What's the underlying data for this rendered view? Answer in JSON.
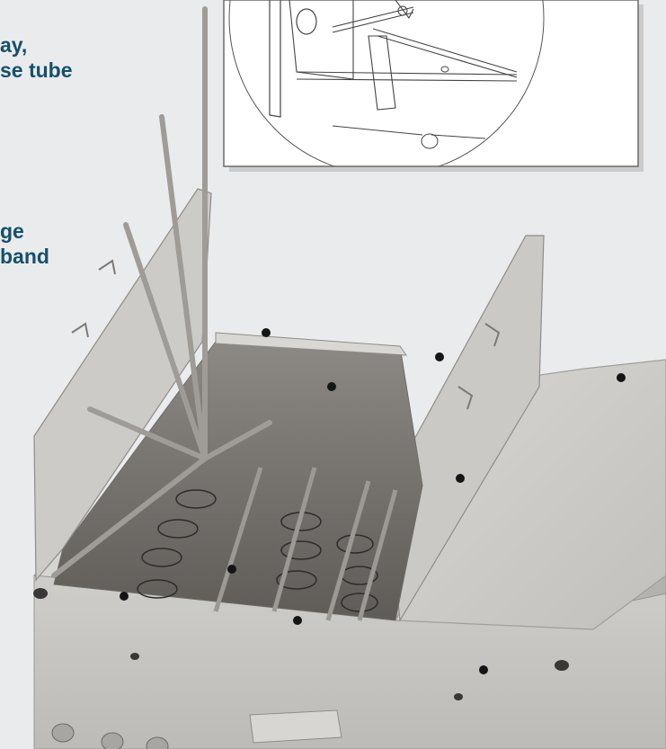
{
  "callouts": [
    {
      "lines": [
        "ay,",
        "se tube"
      ]
    },
    {
      "lines": [
        "ge",
        "band"
      ]
    }
  ],
  "colors": {
    "background": "#eaebec",
    "callout_text": "#16506a",
    "steel_light": "#cfcdcb",
    "steel_mid": "#b9b7b4",
    "steel_dark": "#8f8c88",
    "inset_border": "#6b6b6b"
  },
  "icons": {
    "inset": "detail-magnifier-inset",
    "knob": "black-star-knob"
  }
}
